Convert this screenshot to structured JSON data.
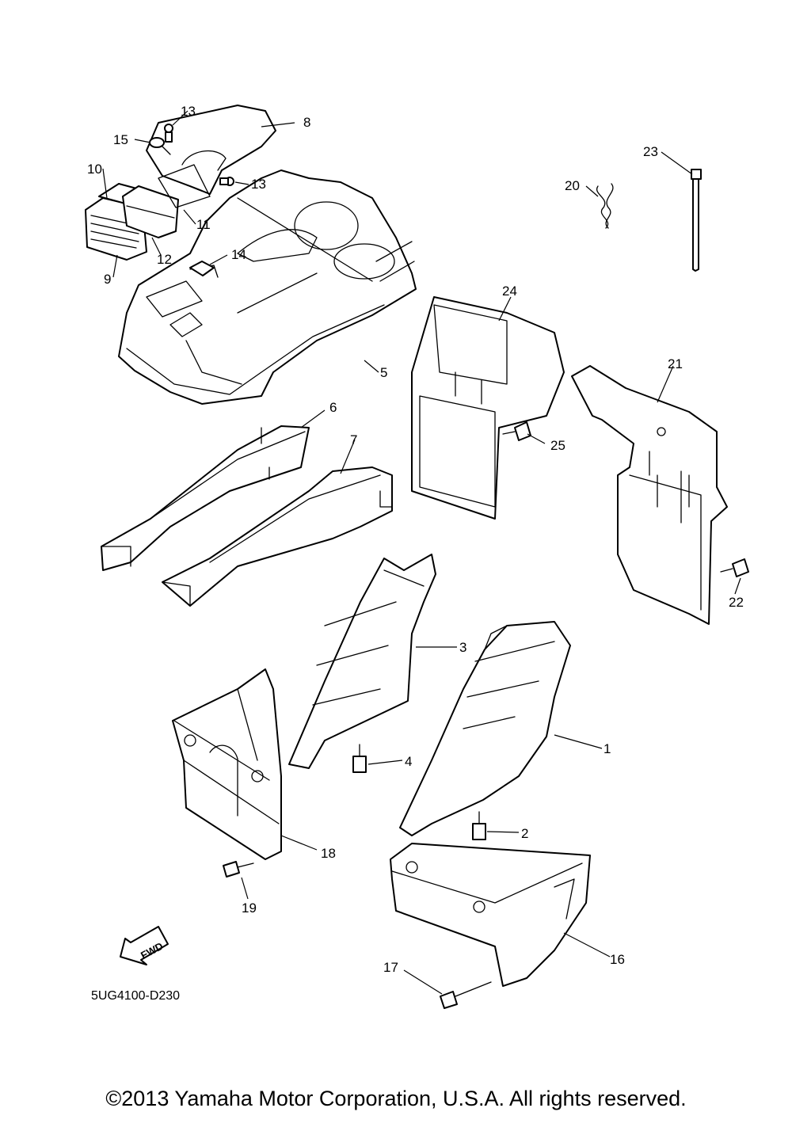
{
  "diagram": {
    "callouts": [
      "1",
      "2",
      "3",
      "4",
      "5",
      "6",
      "7",
      "8",
      "9",
      "10",
      "11",
      "12",
      "13",
      "14",
      "15",
      "16",
      "17",
      "18",
      "19",
      "20",
      "21",
      "22",
      "23",
      "24",
      "25"
    ],
    "fwd_label": "FWD",
    "drawing_code": "5UG4100-D230"
  },
  "footer": {
    "copyright": "©2013 Yamaha Motor Corporation, U.S.A. All rights reserved."
  }
}
